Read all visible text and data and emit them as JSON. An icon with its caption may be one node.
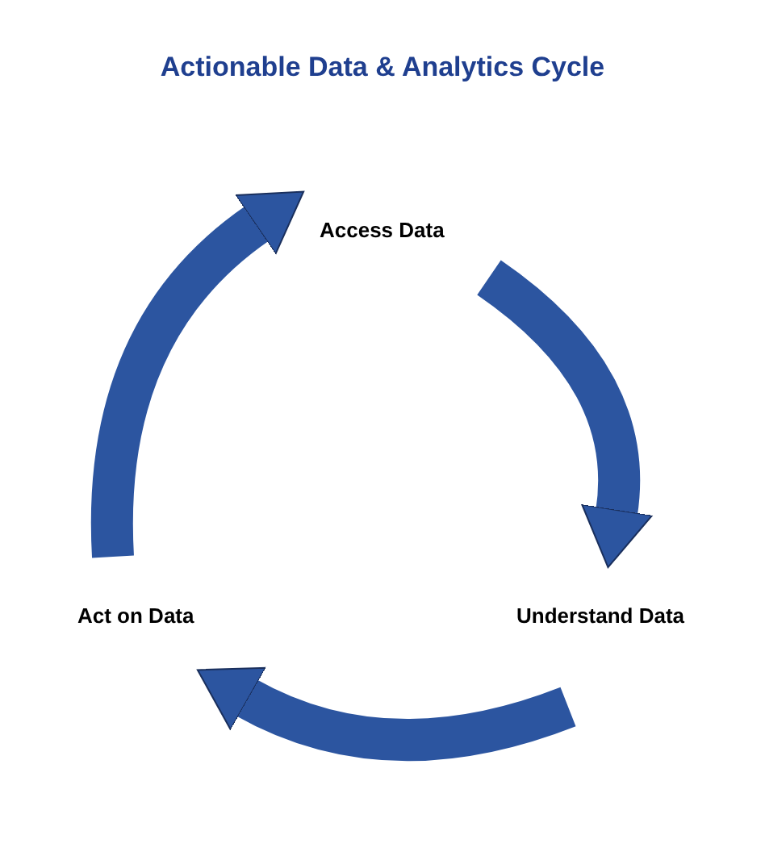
{
  "diagram": {
    "title": "Actionable Data & Analytics Cycle",
    "nodes": [
      {
        "text": [
          "Access Data"
        ]
      },
      {
        "text": [
          "Understand Data"
        ]
      },
      {
        "text": [
          "Act on Data"
        ]
      }
    ],
    "edges": [
      {
        "from": 0,
        "to": 1,
        "arrow": "to"
      },
      {
        "from": 1,
        "to": 2,
        "arrow": "to"
      },
      {
        "from": 2,
        "to": 0,
        "arrow": "to"
      }
    ]
  }
}
